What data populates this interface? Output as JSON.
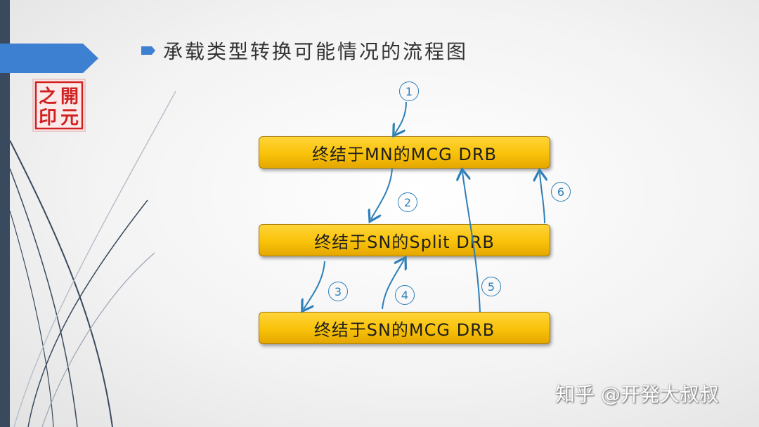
{
  "title": "承载类型转换可能情况的流程图",
  "logo_text": [
    "之",
    "開",
    "印",
    "元"
  ],
  "boxes": [
    "终结于MN的MCG DRB",
    "终结于SN的Split DRB",
    "终结于SN的MCG DRB"
  ],
  "arrow_labels": [
    "1",
    "2",
    "3",
    "4",
    "5",
    "6"
  ],
  "watermark": "知乎 @开発大叔叔",
  "colors": {
    "box_fill": "#f9c209",
    "arrow": "#2d7fb8",
    "accent_tab": "#3d7fd0",
    "left_bar": "#3a4a5e"
  }
}
